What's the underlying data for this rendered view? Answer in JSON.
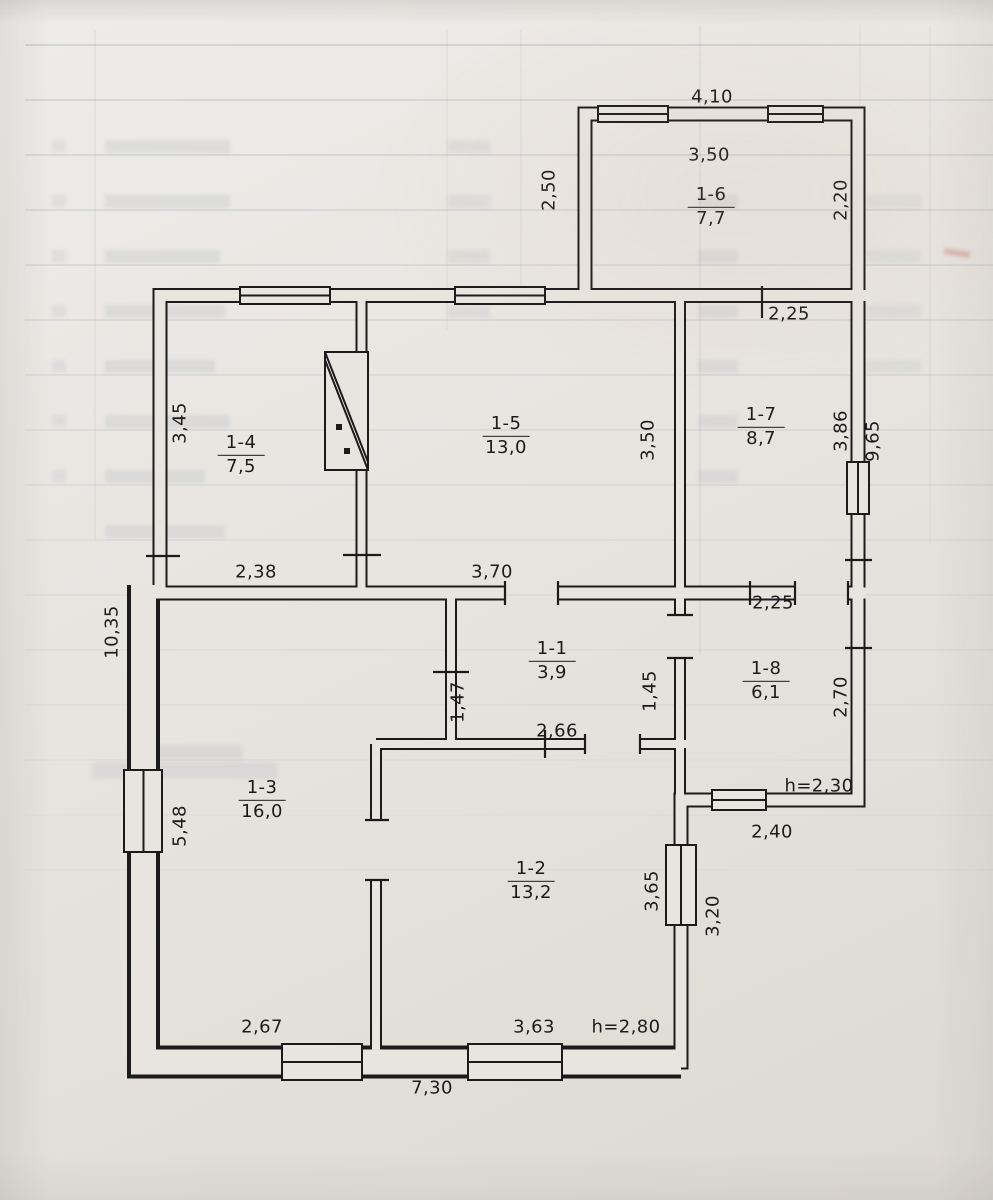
{
  "style": {
    "ink": "#1b1b1b",
    "paper": "#e8e5e1"
  },
  "plan": {
    "rooms": [
      {
        "id": "1-6",
        "area": "7,7"
      },
      {
        "id": "1-4",
        "area": "7,5"
      },
      {
        "id": "1-5",
        "area": "13,0"
      },
      {
        "id": "1-7",
        "area": "8,7"
      },
      {
        "id": "1-1",
        "area": "3,9"
      },
      {
        "id": "1-8",
        "area": "6,1"
      },
      {
        "id": "1-3",
        "area": "16,0"
      },
      {
        "id": "1-2",
        "area": "13,2"
      }
    ],
    "dims": {
      "r16_width_outer": "4,10",
      "r16_width_inner": "3,50",
      "r16_left": "2,50",
      "r16_right": "2,20",
      "r16_passage": "2,25",
      "r14_left": "3,45",
      "r14_width": "2,38",
      "r15_right": "3,50",
      "r15_width": "3,70",
      "r17_right": "3,86",
      "right_total": "9,65",
      "r18_top": "2,25",
      "left_total": "10,35",
      "r11_left": "1,47",
      "r11_right": "1,45",
      "r11_width": "2,66",
      "r18_right": "2,70",
      "r18_height": "h=2,30",
      "r18_width": "2,40",
      "r13_left": "5,48",
      "r13_width": "2,67",
      "r12_right": "3,65",
      "r12_right_outer": "3,20",
      "r12_width": "3,63",
      "r12_height": "h=2,80",
      "bottom_total": "7,30"
    }
  }
}
